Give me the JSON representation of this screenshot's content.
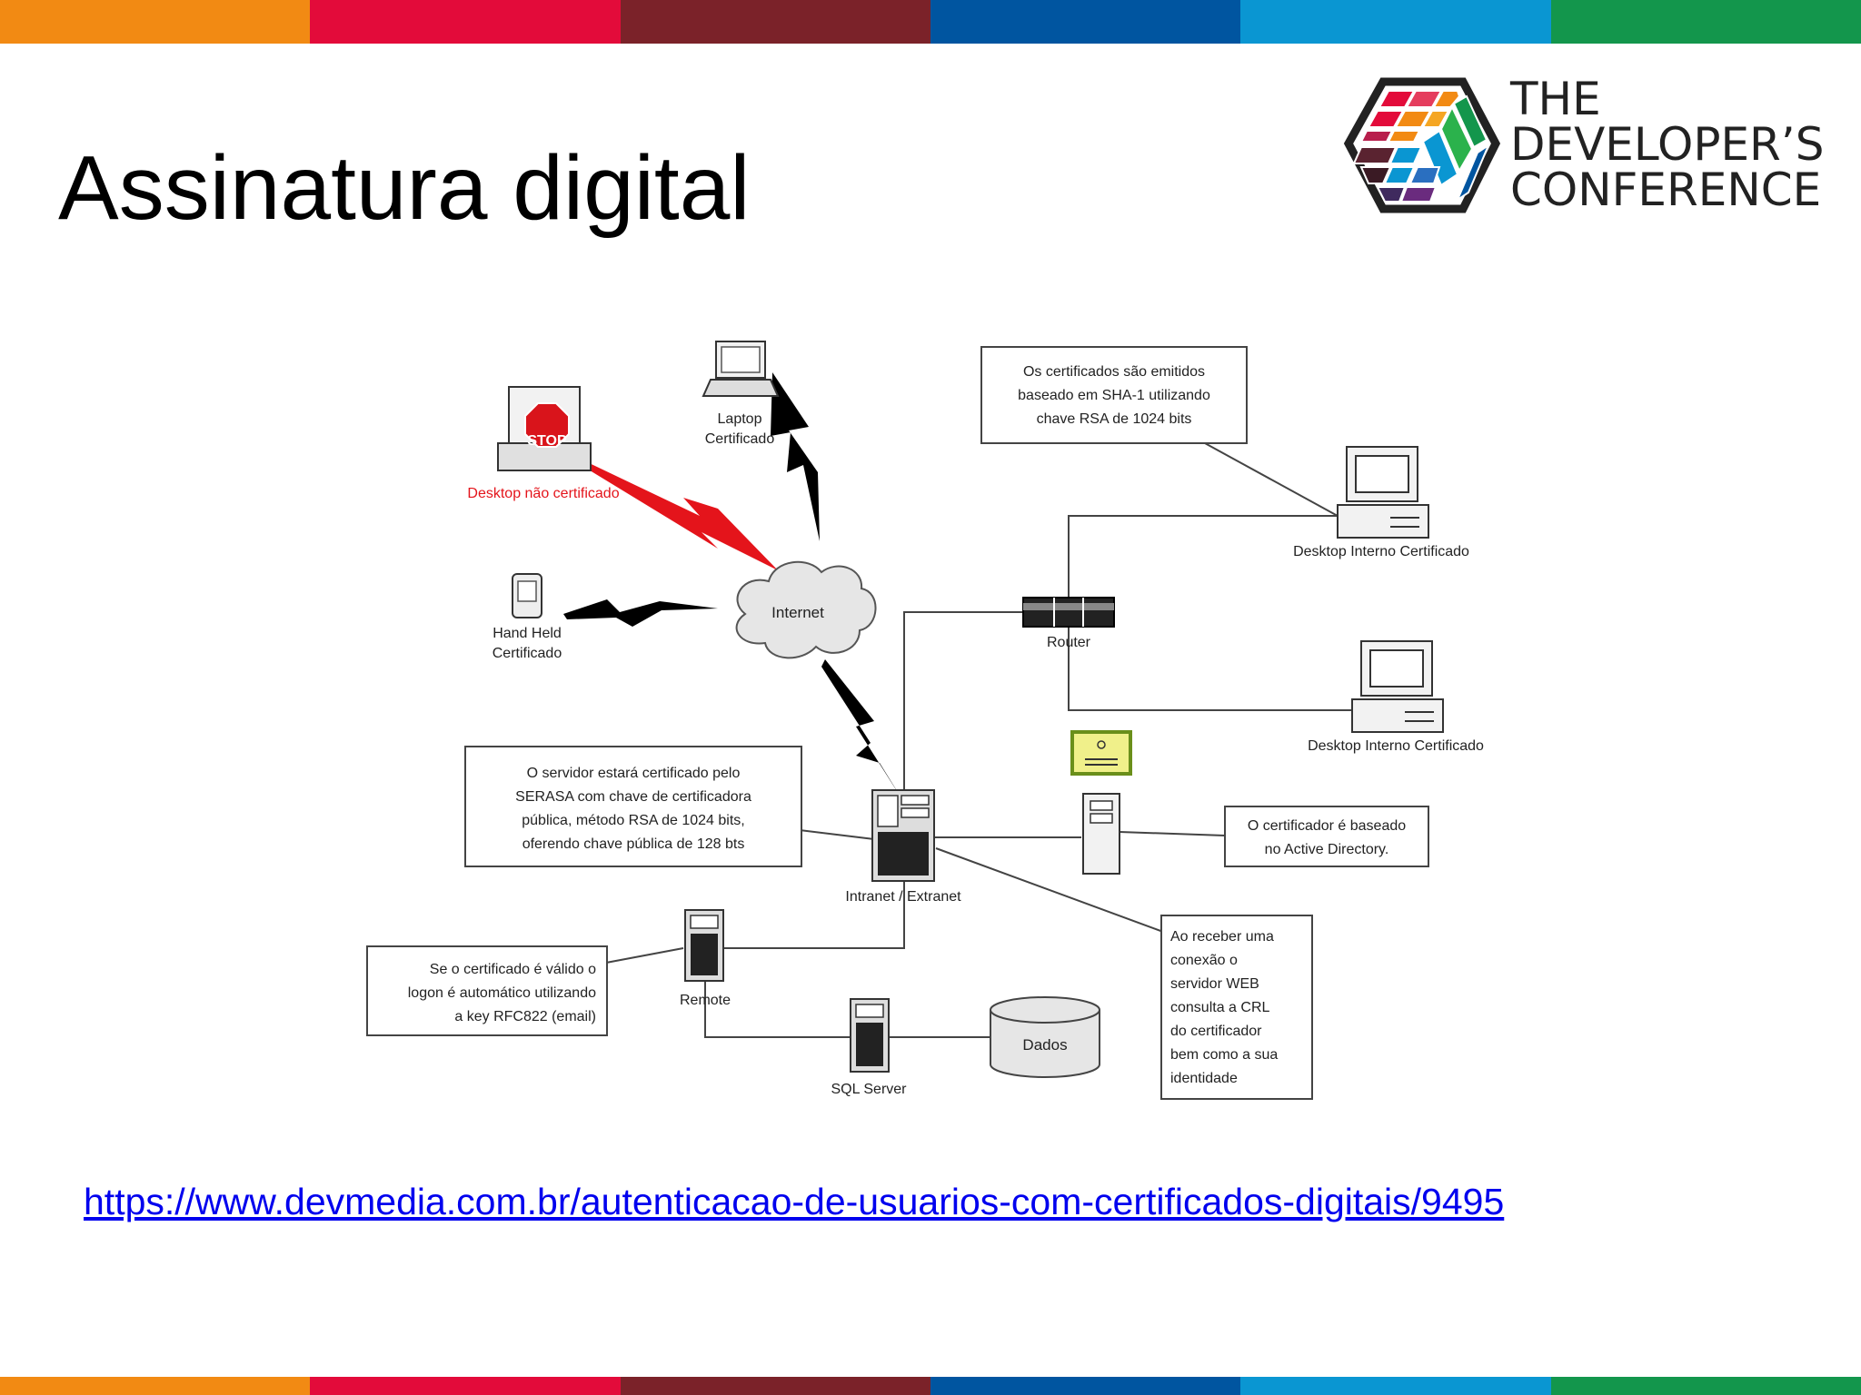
{
  "slide": {
    "title": "Assinatura digital",
    "link": "https://www.devmedia.com.br/autenticacao-de-usuarios-com-certificados-digitais/9495"
  },
  "logo": {
    "lines": [
      "THE",
      "DEVELOPER’S",
      "CONFERENCE"
    ]
  },
  "stripe_colors": [
    "#f28a13",
    "#e30b3a",
    "#7b2229",
    "#0055a0",
    "#0a96d2",
    "#13964c"
  ],
  "diagram": {
    "nodes": {
      "stop": "STOP",
      "desktop_nao_certificado": "Desktop não certificado",
      "laptop": [
        "Laptop",
        "Certificado"
      ],
      "hand_held": [
        "Hand Held",
        "Certificado"
      ],
      "internet": "Internet",
      "router": "Router",
      "desktop_interno_1": "Desktop Interno Certificado",
      "desktop_interno_2": "Desktop Interno Certificado",
      "intranet": "Intranet / Extranet",
      "remote": "Remote",
      "sql_server": "SQL Server",
      "dados": "Dados"
    },
    "notes": {
      "sha": [
        "Os certificados são emitidos",
        "baseado em SHA-1 utilizando",
        "chave RSA de 1024 bits"
      ],
      "serasa": [
        "O servidor estará certificado pelo",
        "SERASA com chave de certificadora",
        "pública, método RSA de 1024 bits,",
        "oferendo chave pública de 128 bts"
      ],
      "ad": [
        "O certificador é baseado",
        "no Active Directory."
      ],
      "remote": [
        "Se o certificado é válido o",
        "logon é automático utilizando",
        "a key RFC822 (email)"
      ],
      "crl": [
        "Ao receber uma",
        "conexão o",
        "servidor WEB",
        "consulta a CRL",
        "do certificador",
        "bem como a sua",
        "identidade"
      ]
    }
  }
}
